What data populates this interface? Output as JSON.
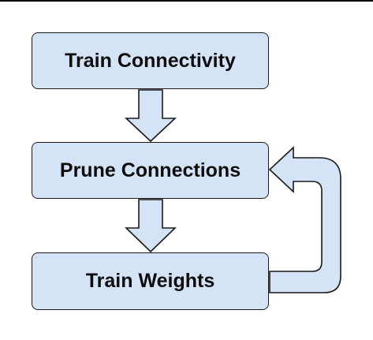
{
  "diagram": {
    "steps": [
      {
        "id": "train-connectivity",
        "label": "Train Connectivity"
      },
      {
        "id": "prune-connections",
        "label": "Prune Connections"
      },
      {
        "id": "train-weights",
        "label": "Train Weights"
      }
    ],
    "edges": [
      {
        "from": "train-connectivity",
        "to": "prune-connections",
        "kind": "down-arrow"
      },
      {
        "from": "prune-connections",
        "to": "train-weights",
        "kind": "down-arrow"
      },
      {
        "from": "train-weights",
        "to": "prune-connections",
        "kind": "feedback-loop-arrow"
      }
    ],
    "colors": {
      "box_fill": "#d4e4f6",
      "arrow_fill": "#d4e4f6",
      "stroke": "#1a1a1a"
    }
  }
}
